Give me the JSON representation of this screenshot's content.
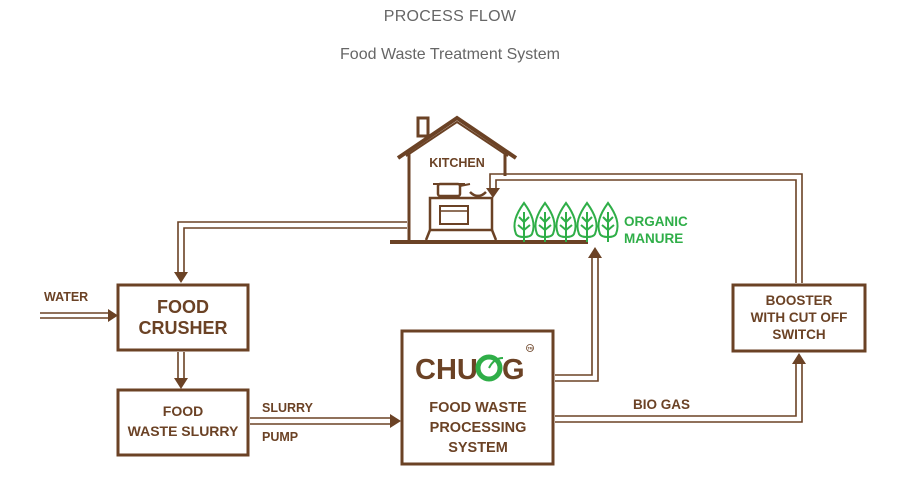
{
  "header": {
    "title": "PROCESS FLOW",
    "subtitle": "Food Waste Treatment System"
  },
  "nodes": {
    "kitchen": "KITCHEN",
    "organic_manure": [
      "ORGANIC",
      "MANURE"
    ],
    "food_crusher": [
      "FOOD",
      "CRUSHER"
    ],
    "food_waste_slurry": [
      "FOOD",
      "WASTE SLURRY"
    ],
    "processing": [
      "FOOD WASTE",
      "PROCESSING",
      "SYSTEM"
    ],
    "booster": [
      "BOOSTER",
      "WITH CUT OFF",
      "SWITCH"
    ]
  },
  "labels": {
    "water": "WATER",
    "slurry": "SLURRY",
    "pump": "PUMP",
    "bio_gas": "BIO GAS"
  },
  "logo": {
    "text_left": "CHU",
    "text_right": "G",
    "trademark": "TM"
  },
  "colors": {
    "brown": "#6b4225",
    "green": "#2fae48",
    "heading_gray": "#666666"
  }
}
